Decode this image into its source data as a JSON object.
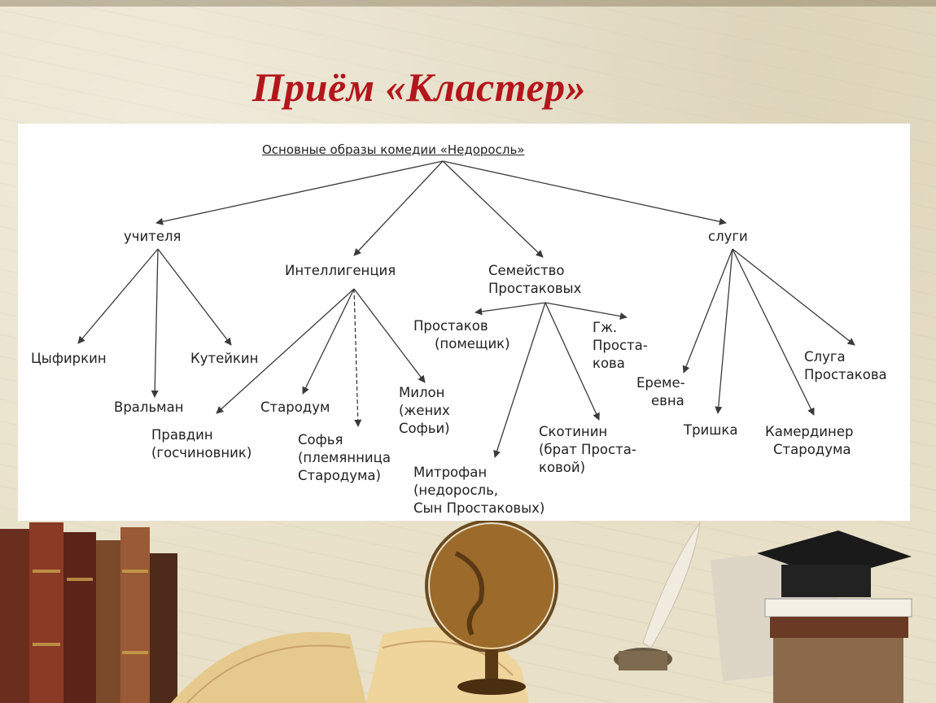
{
  "slide": {
    "title": "Приём «Кластер»"
  },
  "diagram": {
    "root": "Основные образы комедии «Недоросль»",
    "groups": {
      "teachers": "учителя",
      "intelligentsia": "Интеллигенция",
      "family_line1": "Семейство",
      "family_line2": "Простаковых",
      "servants": "слуги"
    },
    "teachers": {
      "tsyfirkin": "Цыфиркин",
      "vralman": "Вральман",
      "kuteikin": "Кутейкин"
    },
    "intelligentsia": {
      "pravdin_l1": "Правдин",
      "pravdin_l2": "(госчиновник)",
      "starodum": "Стародум",
      "sofia_l1": "Софья",
      "sofia_l2": "(племянница",
      "sofia_l3": "Стародума)",
      "milon_l1": "Милон",
      "milon_l2": "(жених",
      "milon_l3": "Софьи)"
    },
    "family": {
      "prostakov_l1": "Простаков",
      "prostakov_l2": "(помещик)",
      "mrs_l1": "Гж.",
      "mrs_l2": "Проста-",
      "mrs_l3": "кова",
      "mitrofan_l1": "Митрофан",
      "mitrofan_l2": "(недоросль,",
      "mitrofan_l3": "Сын Простаковых)",
      "skotinin_l1": "Скотинин",
      "skotinin_l2": "(брат Проста-",
      "skotinin_l3": "ковой)"
    },
    "servants": {
      "eremeevna_l1": "Ереме-",
      "eremeevna_l2": "евна",
      "trishka": "Тришка",
      "kamerdiner_l1": "Камердинер",
      "kamerdiner_l2": "Стародума",
      "sluga_l1": "Слуга",
      "sluga_l2": "Простакова"
    },
    "colors": {
      "title": "#b3161b",
      "lines": "#3a3a3a",
      "panel": "#ffffff"
    }
  }
}
